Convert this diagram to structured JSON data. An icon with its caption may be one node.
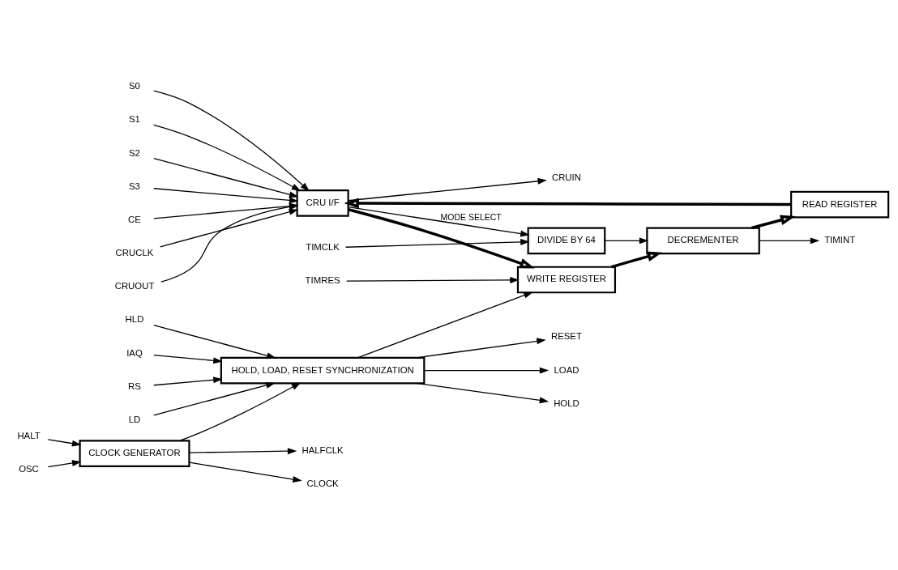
{
  "diagram": {
    "nodes": [
      {
        "text": [
          "CRU I/F"
        ]
      },
      {
        "text": [
          "WRITE REGISTER"
        ]
      },
      {
        "text": [
          "DIVIDE BY 64"
        ]
      },
      {
        "text": [
          "DECREMENTER"
        ]
      },
      {
        "text": [
          "READ REGISTER"
        ]
      },
      {
        "text": [
          "CLOCK GENERATOR"
        ]
      },
      {
        "text": [
          "HOLD, LOAD, RESET SYNCHRONIZATION"
        ]
      },
      {
        "text": [
          "S0"
        ]
      },
      {
        "text": [
          "S1"
        ]
      },
      {
        "text": [
          "S2"
        ]
      },
      {
        "text": [
          "S3"
        ]
      },
      {
        "text": [
          "CE"
        ]
      },
      {
        "text": [
          "CRUCLK"
        ]
      },
      {
        "text": [
          "CRUIN"
        ]
      },
      {
        "text": [
          "CRUOUT"
        ]
      },
      {
        "text": [
          "TIMRES"
        ]
      },
      {
        "text": [
          "TIMINT"
        ]
      },
      {
        "text": [
          "TIMCLK"
        ]
      },
      {
        "text": [
          "HALT"
        ]
      },
      {
        "text": [
          "OSC"
        ]
      },
      {
        "text": [
          "HALFCLK"
        ]
      },
      {
        "text": [
          "CLOCK"
        ]
      },
      {
        "text": [
          "IAQ"
        ]
      },
      {
        "text": [
          "RS"
        ]
      },
      {
        "text": [
          "LD"
        ]
      },
      {
        "text": [
          "HLD"
        ]
      },
      {
        "text": [
          "RESET"
        ]
      },
      {
        "text": [
          "LOAD"
        ]
      },
      {
        "text": [
          "HOLD"
        ]
      }
    ],
    "edges": [
      {
        "from": 7,
        "to": 0,
        "arrow": "to"
      },
      {
        "from": 8,
        "to": 0,
        "arrow": "to"
      },
      {
        "from": 9,
        "to": 0,
        "arrow": "to"
      },
      {
        "from": 10,
        "to": 0,
        "arrow": "to"
      },
      {
        "from": 11,
        "to": 0,
        "arrow": "to"
      },
      {
        "from": 12,
        "to": 0,
        "arrow": "to"
      },
      {
        "from": 0,
        "to": 13,
        "arrow": "to"
      },
      {
        "from": 14,
        "to": 0,
        "arrow": "to"
      },
      {
        "from": 0,
        "to": 1,
        "arrow": "to",
        "style": "thick"
      },
      {
        "from": 0,
        "to": 2,
        "arrow": "to",
        "label": "MODE SELECT"
      },
      {
        "from": 2,
        "to": 3,
        "arrow": "to"
      },
      {
        "from": 1,
        "to": 3,
        "arrow": "to",
        "style": "thick"
      },
      {
        "from": 3,
        "to": 4,
        "arrow": "to",
        "style": "thick"
      },
      {
        "from": 4,
        "to": 0,
        "arrow": "to",
        "style": "thick"
      },
      {
        "from": 17,
        "to": 2,
        "arrow": "to"
      },
      {
        "from": 3,
        "to": 16,
        "arrow": "to"
      },
      {
        "from": 15,
        "to": 1,
        "arrow": "to"
      },
      {
        "from": 18,
        "to": 5,
        "arrow": "to"
      },
      {
        "from": 19,
        "to": 5,
        "arrow": "to"
      },
      {
        "from": 5,
        "to": 20,
        "arrow": "to"
      },
      {
        "from": 5,
        "to": 21,
        "arrow": "to"
      },
      {
        "from": 5,
        "to": 6,
        "arrow": "to"
      },
      {
        "from": 22,
        "to": 6,
        "arrow": "to"
      },
      {
        "from": 23,
        "to": 6,
        "arrow": "to"
      },
      {
        "from": 24,
        "to": 6,
        "arrow": "to"
      },
      {
        "from": 25,
        "to": 6,
        "arrow": "to"
      },
      {
        "from": 6,
        "to": 26,
        "arrow": "to"
      },
      {
        "from": 6,
        "to": 27,
        "arrow": "to"
      },
      {
        "from": 6,
        "to": 28,
        "arrow": "to"
      },
      {
        "from": 6,
        "to": 1,
        "arrow": "to"
      }
    ]
  }
}
